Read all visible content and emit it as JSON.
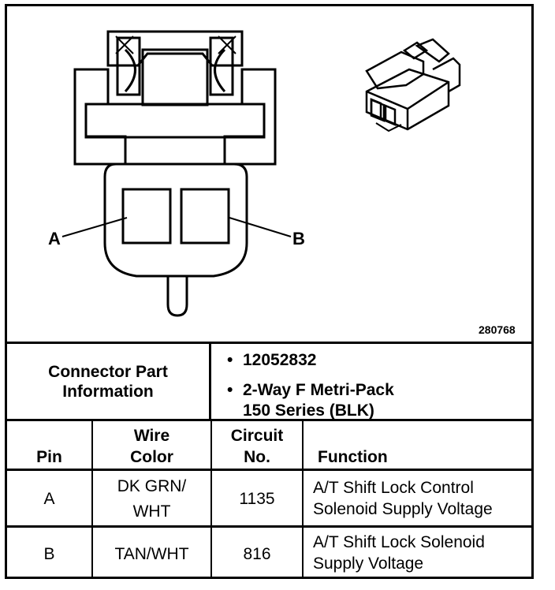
{
  "figure": {
    "label_a": "A",
    "label_b": "B",
    "figure_id": "280768"
  },
  "connector_info": {
    "title_line1": "Connector Part",
    "title_line2": "Information",
    "bullet_symbol": "•",
    "part_number": "12052832",
    "description_line1": "2-Way F Metri-Pack",
    "description_line2": "150 Series (BLK)"
  },
  "table": {
    "headers": {
      "pin": "Pin",
      "wire_color_line1": "Wire",
      "wire_color_line2": "Color",
      "circuit_line1": "Circuit",
      "circuit_line2": "No.",
      "function": "Function"
    },
    "rows": [
      {
        "pin": "A",
        "wire_color_line1": "DK GRN/",
        "wire_color_line2": "WHT",
        "circuit": "1135",
        "function_line1": "A/T Shift Lock Control",
        "function_line2": "Solenoid Supply Voltage"
      },
      {
        "pin": "B",
        "wire_color_line1": "TAN/WHT",
        "wire_color_line2": "",
        "circuit": "816",
        "function_line1": "A/T Shift Lock Solenoid",
        "function_line2": "Supply Voltage"
      }
    ]
  }
}
